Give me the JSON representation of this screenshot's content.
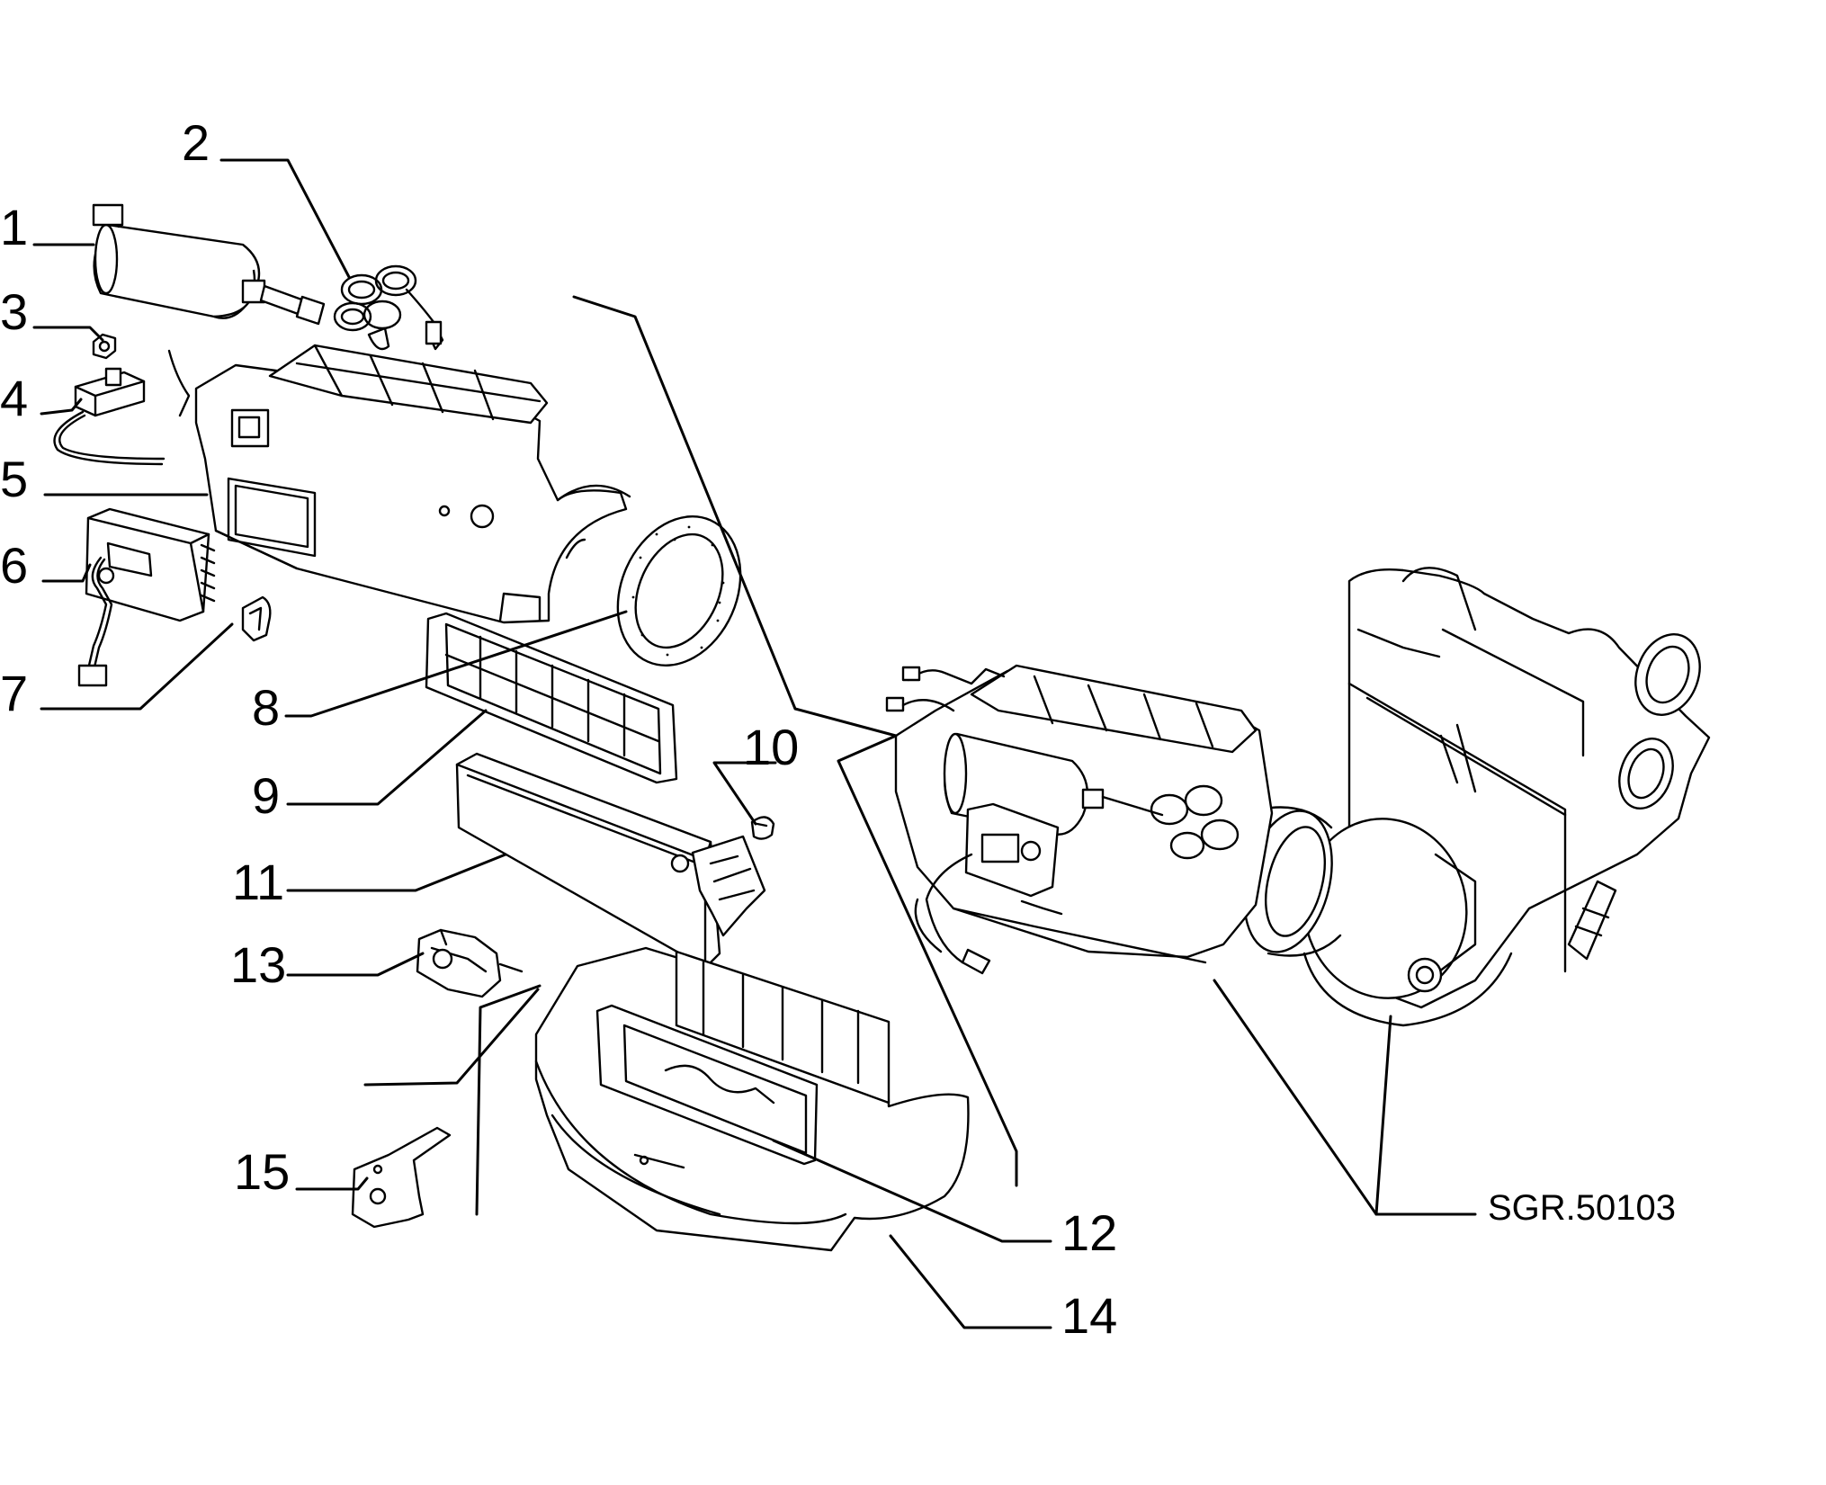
{
  "drawing_code": "SGR.50103",
  "callouts": [
    "1",
    "2",
    "3",
    "4",
    "5",
    "6",
    "7",
    "8",
    "9",
    "10",
    "11",
    "12",
    "13",
    "14",
    "15"
  ]
}
